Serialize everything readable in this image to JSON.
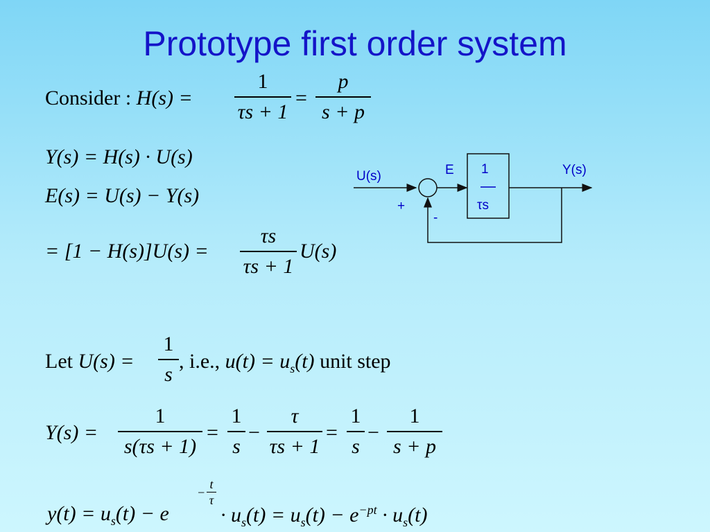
{
  "title": "Prototype first order system",
  "eq1": {
    "consider": "Consider",
    "lhs": "H(s) =",
    "f1_num": "1",
    "f1_den": "τs + 1",
    "eq": "=",
    "f2_num": "p",
    "f2_den": "s + p"
  },
  "eq2": "Y(s) = H(s) · U(s)",
  "eq3": "E(s) = U(s) − Y(s)",
  "eq4": {
    "lhs": "= [1 − H(s)]U(s) =",
    "num": "τs",
    "den": "τs + 1",
    "rhs": "U(s)"
  },
  "eq5": {
    "let": "Let",
    "lhs": "U(s) =",
    "num": "1",
    "den": "s",
    "mid": ", i.e., ",
    "rhs": "u(t) = u",
    "sub": "s",
    "rhs2": "(t)",
    "tail": " unit step"
  },
  "eq6": {
    "lhs": "Y(s) =",
    "f1_num": "1",
    "f1_den": "s(τs + 1)",
    "eq1": "=",
    "f2_num": "1",
    "f2_den": "s",
    "minus1": "−",
    "f3_num": "τ",
    "f3_den": "τs + 1",
    "eq2": "=",
    "f4_num": "1",
    "f4_den": "s",
    "minus2": "−",
    "f5_num": "1",
    "f5_den": "s + p"
  },
  "eq7": {
    "p1": "y(t) = u",
    "sub": "s",
    "p2": "(t) − e",
    "exp_minus": "−",
    "exp_num": "t",
    "exp_den": "τ",
    "p3": " · u",
    "p4": "(t) = u",
    "p5": "(t) − e",
    "exp2": "−pt",
    "p6": " · u",
    "p7": "(t)"
  },
  "diagram": {
    "input_label": "U(s)",
    "error_label": "E",
    "plus": "+",
    "minus": "-",
    "block_num": "1",
    "block_den": "τs",
    "output_label": "Y(s)"
  },
  "colors": {
    "title": "#1414c8",
    "diagram_text": "#0000c8",
    "background_top": "#7fd6f6",
    "background_bottom": "#cdf6fe"
  }
}
